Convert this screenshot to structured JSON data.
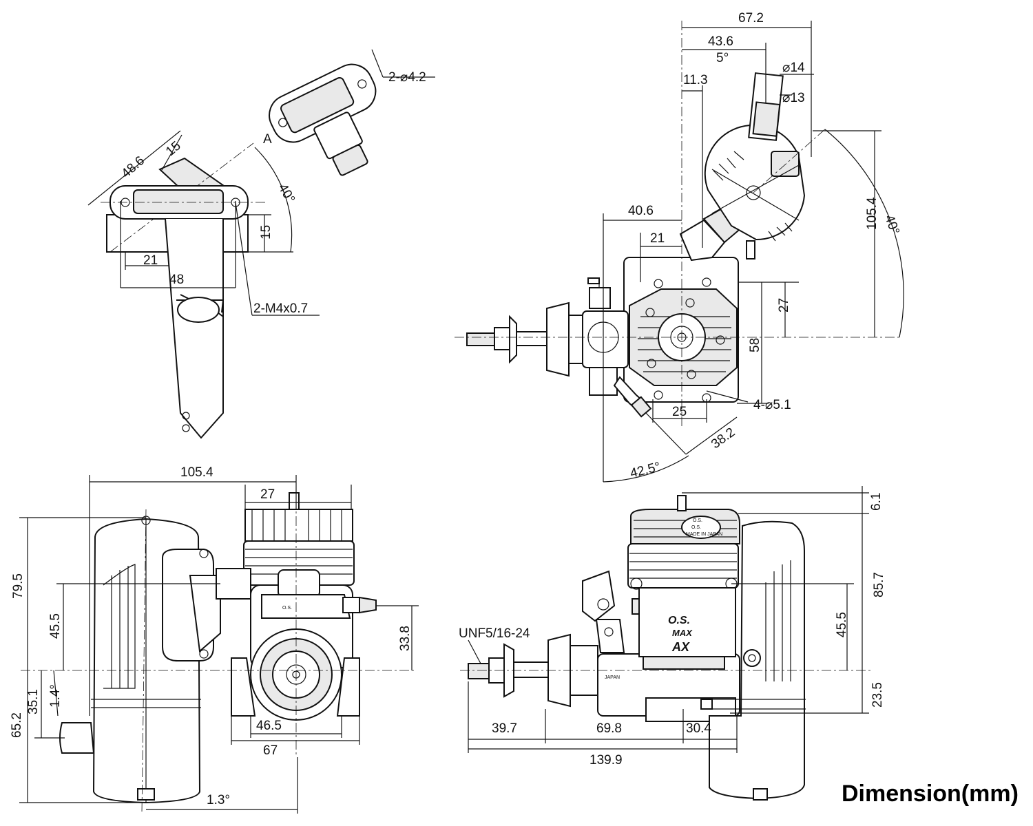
{
  "title": "Dimension(mm)",
  "brand": {
    "logo": "O.S.",
    "made_in": "MADE IN JAPAN",
    "max": "MAX",
    "ax": "AX",
    "japan": "JAPAN"
  },
  "mount": {
    "dims": {
      "d48_6": "48.6",
      "d15_top": "15",
      "d15_side": "15",
      "d21": "21",
      "d48": "48",
      "angle": "40°",
      "point": "A"
    },
    "holes_label": "2-⌀4.2",
    "thread_label": "2-M4x0.7"
  },
  "top_right": {
    "dims": {
      "d67_2": "67.2",
      "d43_6": "43.6",
      "d5deg": "5°",
      "d11_3": "11.3",
      "dia14": "⌀14",
      "dia13": "⌀13",
      "d40_6": "40.6",
      "d21": "21",
      "d105_4": "105.4",
      "d40deg": "40°",
      "d27": "27",
      "d58": "58",
      "holes": "4-⌀5.1",
      "d25": "25",
      "d38_2": "38.2",
      "d42_5deg": "42.5°"
    }
  },
  "bottom_left": {
    "dims": {
      "d105_4": "105.4",
      "d27": "27",
      "d79_5": "79.5",
      "d45_5": "45.5",
      "d33_8": "33.8",
      "d65_2": "65.2",
      "d35_1": "35.1",
      "d1_4deg": "1.4°",
      "d46_5": "46.5",
      "d67": "67",
      "d1_3deg": "1.3°"
    }
  },
  "bottom_right": {
    "dims": {
      "thread": "UNF5/16-24",
      "d6_1": "6.1",
      "d85_7": "85.7",
      "d45_5": "45.5",
      "d23_5": "23.5",
      "d39_7": "39.7",
      "d69_8": "69.8",
      "d30_4": "30.4",
      "d139_9": "139.9"
    }
  }
}
